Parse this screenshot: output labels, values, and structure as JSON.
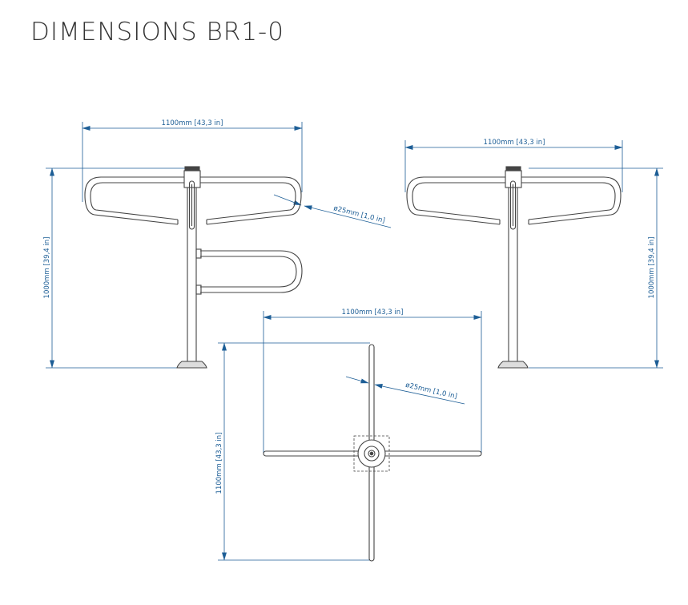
{
  "title": "DIMENSIONS BR1-0",
  "colors": {
    "dimension": "#1d5e96",
    "outline": "#444444",
    "title": "#333333",
    "background": "#ffffff"
  },
  "views": {
    "front_left": {
      "width_label": "1100mm [43,3 in]",
      "height_label": "1000mm [39,4 in]",
      "tube_label": "ø25mm [1,0 in]"
    },
    "front_right": {
      "width_label": "1100mm [43,3 in]",
      "height_label": "1000mm [39,4 in]"
    },
    "top": {
      "width_label": "1100mm [43,3 in]",
      "height_label": "1100mm [43,3 in]",
      "tube_label": "ø25mm [1,0 in]"
    }
  }
}
